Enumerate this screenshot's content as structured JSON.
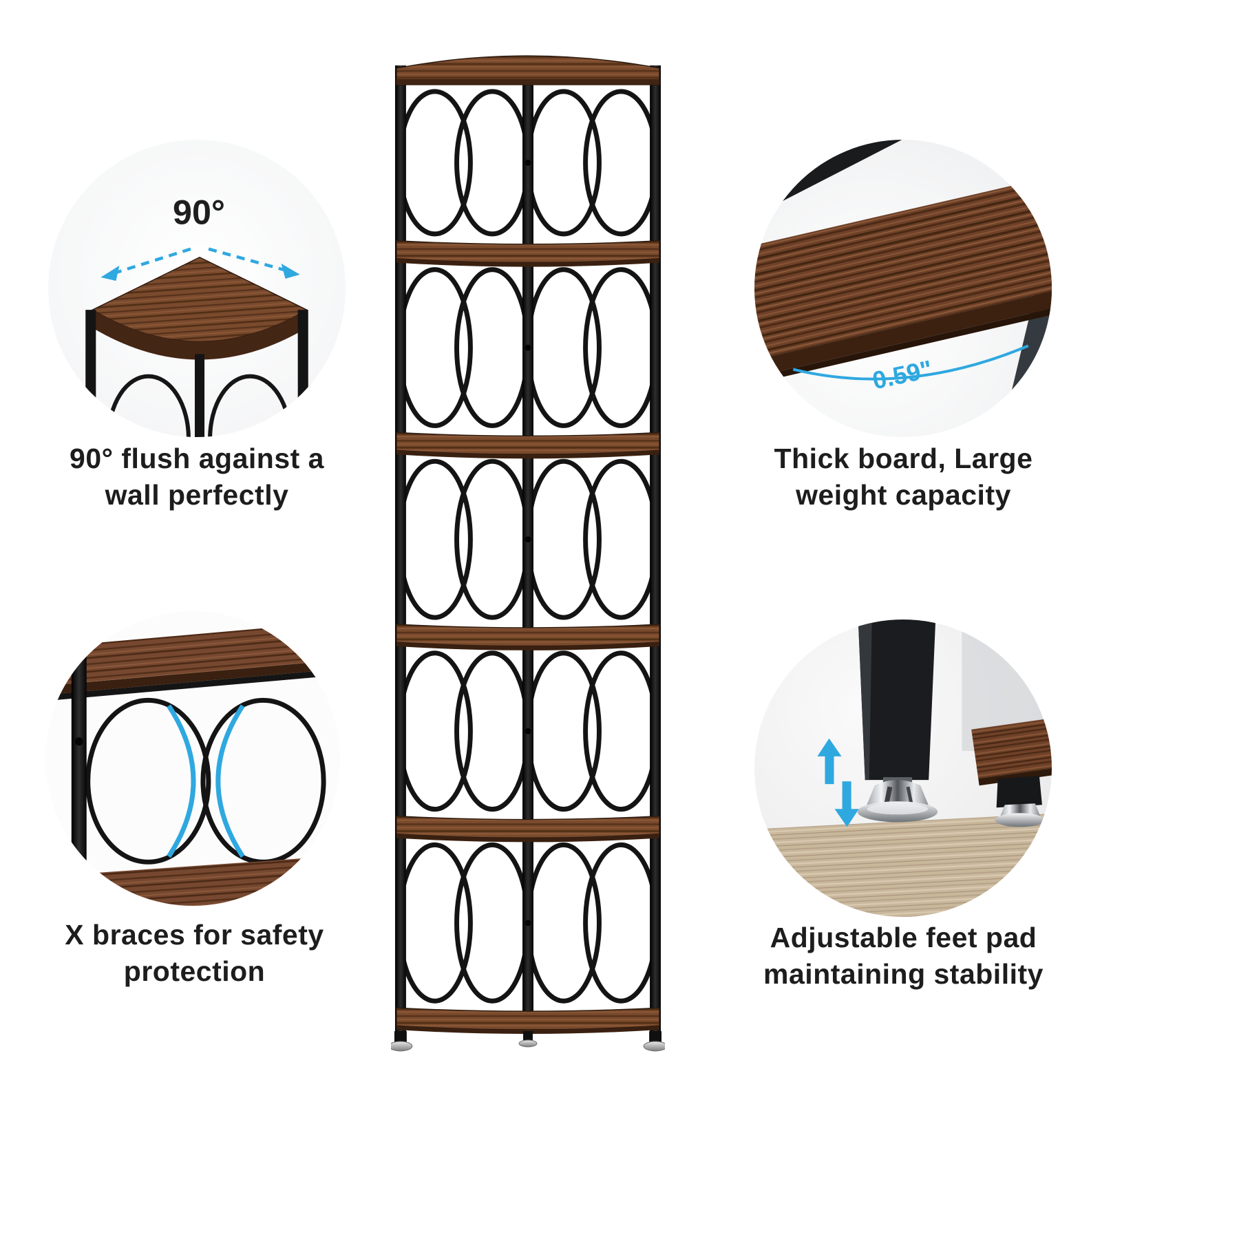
{
  "colors": {
    "accent_blue": "#2fa8e0",
    "frame_black": "#161616",
    "wood_brown": "#7a4a2d",
    "text": "#1d1d1d",
    "background": "#ffffff"
  },
  "shelf": {
    "tiers": 5,
    "boards": 6
  },
  "callouts": {
    "top_left": {
      "badge": "90°",
      "caption": "90° flush against a\nwall perfectly"
    },
    "top_right": {
      "badge": "0.59\"",
      "caption": "Thick board, Large\nweight capacity"
    },
    "bottom_left": {
      "caption": "X braces for safety\nprotection"
    },
    "bottom_right": {
      "caption": "Adjustable feet pad\nmaintaining stability"
    }
  }
}
